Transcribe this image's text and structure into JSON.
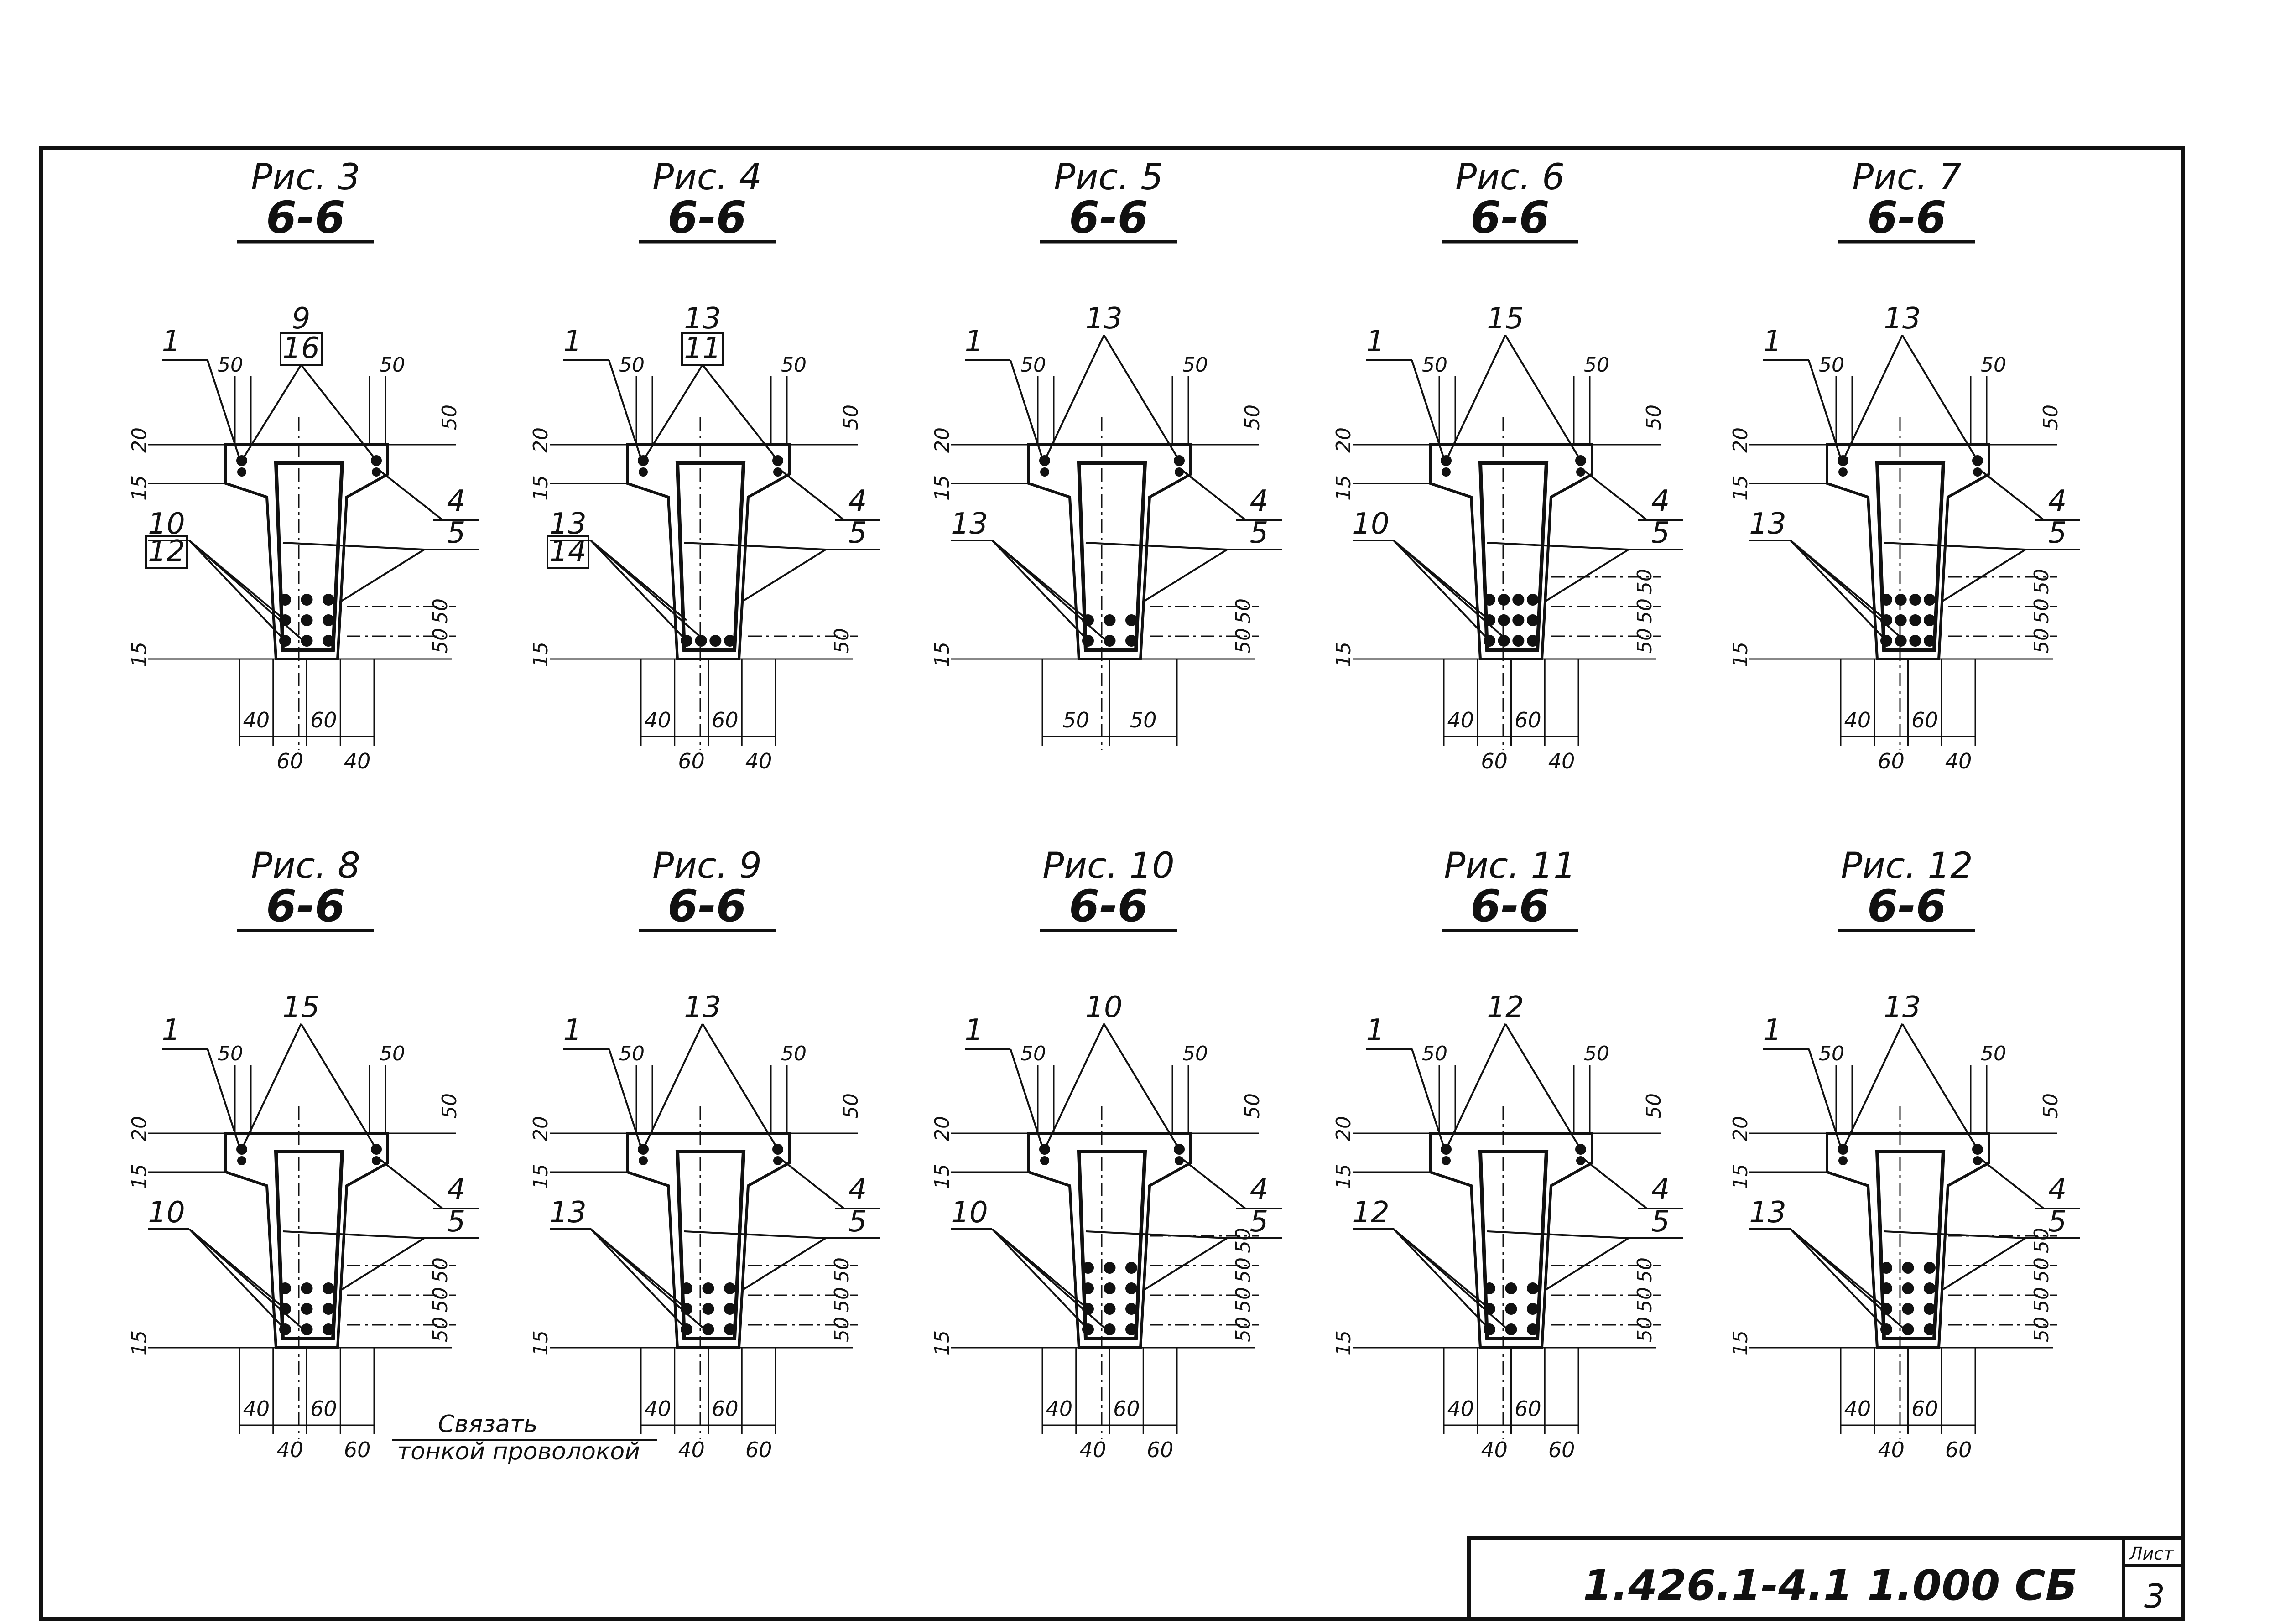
{
  "sheet": {
    "designation": "1.426.1-4.1  1.000 СБ",
    "sheet_label": "Лист",
    "sheet_number": "3",
    "note_line1": "Связать",
    "note_line2": "тонкой проволокой"
  },
  "figures": [
    {
      "fig": "Рис. 3",
      "section": "6-6",
      "top": [
        "9",
        "16"
      ],
      "bot": [
        "10",
        "12"
      ],
      "topBoxed": [
        false,
        true
      ],
      "botBoxed": [
        false,
        true
      ],
      "rows": 3,
      "cols": 3,
      "w": [
        "40",
        "60",
        "60",
        "40"
      ],
      "rdim": [
        "50",
        "50"
      ]
    },
    {
      "fig": "Рис. 4",
      "section": "6-6",
      "top": [
        "13",
        "11"
      ],
      "bot": [
        "13",
        "14"
      ],
      "topBoxed": [
        false,
        true
      ],
      "botBoxed": [
        false,
        true
      ],
      "rows": 1,
      "cols": 4,
      "w": [
        "40",
        "60",
        "60",
        "40"
      ],
      "rdim": [
        "50"
      ]
    },
    {
      "fig": "Рис. 5",
      "section": "6-6",
      "top": [
        "13"
      ],
      "bot": [
        "13"
      ],
      "topBoxed": [
        false
      ],
      "botBoxed": [
        false
      ],
      "rows": 2,
      "cols": 3,
      "w": [
        "50",
        "50"
      ],
      "rdim": [
        "50",
        "50"
      ]
    },
    {
      "fig": "Рис. 6",
      "section": "6-6",
      "top": [
        "15"
      ],
      "bot": [
        "10"
      ],
      "topBoxed": [
        false
      ],
      "botBoxed": [
        false
      ],
      "rows": 3,
      "cols": 4,
      "w": [
        "40",
        "60",
        "60",
        "40"
      ],
      "rdim": [
        "50",
        "50",
        "50"
      ]
    },
    {
      "fig": "Рис. 7",
      "section": "6-6",
      "top": [
        "13"
      ],
      "bot": [
        "13"
      ],
      "topBoxed": [
        false
      ],
      "botBoxed": [
        false
      ],
      "rows": 3,
      "cols": 4,
      "w": [
        "40",
        "60",
        "60",
        "40"
      ],
      "rdim": [
        "50",
        "50",
        "50"
      ]
    },
    {
      "fig": "Рис. 8",
      "section": "6-6",
      "top": [
        "15"
      ],
      "bot": [
        "10"
      ],
      "topBoxed": [
        false
      ],
      "botBoxed": [
        false
      ],
      "rows": 3,
      "cols": 3,
      "w": [
        "40",
        "40",
        "60",
        "60"
      ],
      "rdim": [
        "50",
        "50",
        "50"
      ]
    },
    {
      "fig": "Рис. 9",
      "section": "6-6",
      "top": [
        "13"
      ],
      "bot": [
        "13"
      ],
      "topBoxed": [
        false
      ],
      "botBoxed": [
        false
      ],
      "rows": 3,
      "cols": 3,
      "w": [
        "40",
        "40",
        "60",
        "60"
      ],
      "rdim": [
        "50",
        "50",
        "50"
      ]
    },
    {
      "fig": "Рис. 10",
      "section": "6-6",
      "top": [
        "10"
      ],
      "bot": [
        "10"
      ],
      "topBoxed": [
        false
      ],
      "botBoxed": [
        false
      ],
      "rows": 4,
      "cols": 3,
      "w": [
        "40",
        "40",
        "60",
        "60"
      ],
      "rdim": [
        "50",
        "50",
        "50",
        "50"
      ]
    },
    {
      "fig": "Рис. 11",
      "section": "6-6",
      "top": [
        "12"
      ],
      "bot": [
        "12"
      ],
      "topBoxed": [
        false
      ],
      "botBoxed": [
        false
      ],
      "rows": 3,
      "cols": 3,
      "w": [
        "40",
        "40",
        "60",
        "60"
      ],
      "rdim": [
        "50",
        "50",
        "50"
      ]
    },
    {
      "fig": "Рис. 12",
      "section": "6-6",
      "top": [
        "13"
      ],
      "bot": [
        "13"
      ],
      "topBoxed": [
        false
      ],
      "botBoxed": [
        false
      ],
      "rows": 4,
      "cols": 3,
      "w": [
        "40",
        "40",
        "60",
        "60"
      ],
      "rdim": [
        "50",
        "50",
        "50",
        "50"
      ]
    }
  ],
  "common": {
    "mark_1": "1",
    "mark_4": "4",
    "mark_5": "5",
    "dim_50": "50",
    "dim_20": "20",
    "dim_15": "15"
  }
}
